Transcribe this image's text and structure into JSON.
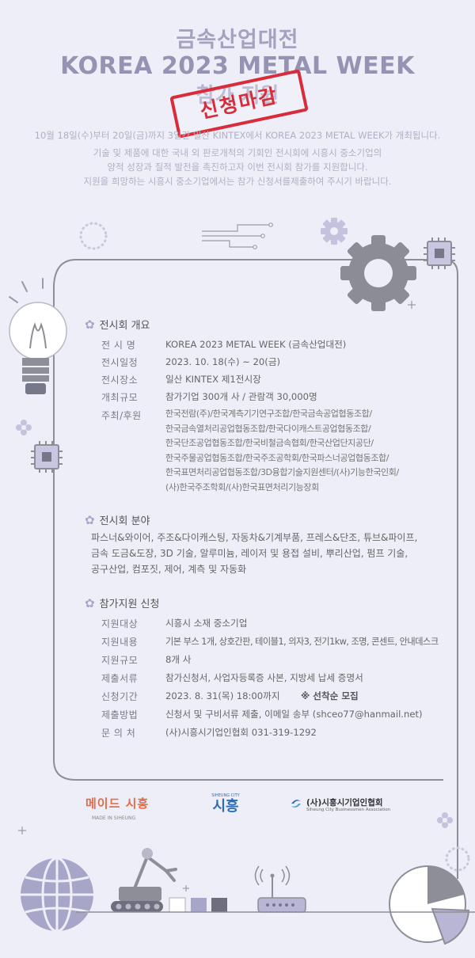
{
  "header": {
    "title_kr": "금속산업대전",
    "title_en": "KOREA 2023  METAL WEEK",
    "title_sub": "참가 지원",
    "stamp": "신청마감"
  },
  "intro": [
    "10월 18일(수)부터 20일(금)까지 3일간 일산 KINTEX에서 KOREA 2023 METAL WEEK가 개최됩니다.",
    "기술 및 제품에 대한 국내 외 판로개척의 기회인 전시회에 시흥시 중소기업의",
    "양적 성장과 질적 발전을 촉진하고자 이번 전시회 참가를 지원합니다.",
    "지원을 희망하는 시흥시 중소기업에서는 참가 신청서를제출하여 주시기 바랍니다."
  ],
  "overview": {
    "title": "전시회 개요",
    "rows": [
      {
        "label": "전 시 명",
        "value": "KOREA 2023 METAL WEEK (금속산업대전)"
      },
      {
        "label": "전시일정",
        "value": "2023. 10. 18(수) ~ 20(금)"
      },
      {
        "label": "전시장소",
        "value": "일산 KINTEX 제1전시장"
      },
      {
        "label": "개최규모",
        "value": "참가기업 300개 사 / 관람객 30,000명"
      }
    ],
    "host_label": "주최/후원",
    "host_lines": [
      "한국전람(주)/한국계측기기연구조합/한국금속공업협동조합/",
      "한국금속열처리공업협동조합/한국다이캐스트공업협동조합/",
      "한국단조공업협동조합/한국비철금속협회/한국산업단지공단/",
      "한국주물공업협동조합/한국주조공학회/한국파스너공업협동조합/",
      "한국표면처리공업협동조합/3D융합기술지원센터/(사)기능한국인회/",
      "(사)한국주조학회/(사)한국표면처리기능장회"
    ]
  },
  "fields": {
    "title": "전시회 분야",
    "lines": [
      "파스너&와이어, 주조&다이캐스팅, 자동차&기계부품, 프레스&단조, 튜브&파이프,",
      "금속 도금&도장, 3D 기술, 알루미늄, 레이저 및 용접 설비, 뿌리산업, 펌프 기술,",
      "공구산업, 컴포짓, 제어, 계측 및 자동화"
    ]
  },
  "support": {
    "title": "참가지원 신청",
    "rows": [
      {
        "label": "지원대상",
        "value": "시흥시 소재 중소기업"
      },
      {
        "label": "지원내용",
        "value": "기본 부스 1개, 상호간판, 테이블1, 의자3, 전기1kw, 조명, 콘센트, 안내데스크"
      },
      {
        "label": "지원규모",
        "value": "8개 사"
      },
      {
        "label": "제출서류",
        "value": "참가신청서, 사업자등록증 사본, 지방세 납세 증명서"
      },
      {
        "label": "신청기간",
        "value": "2023. 8. 31(목) 18:00까지"
      },
      {
        "label": "제출방법",
        "value": "신청서 및 구비서류 제출, 이메일 송부 (shceo77@hanmail.net)"
      },
      {
        "label": "문 의 처",
        "value": "(사)시흥시기업인협회  031-319-1292"
      }
    ],
    "note": "※ 선착순 모집"
  },
  "logos": {
    "made_in": "메이드 시흥",
    "made_in_sub": "MADE IN SIHEUNG",
    "city_small": "SIHEUNG CITY",
    "city": "시흥",
    "assoc": "(사)시흥시기업인협회",
    "assoc_sub": "Siheung City Businessmen Association"
  },
  "colors": {
    "background": "#edeef7",
    "accent": "#9593b3",
    "stamp": "#d92c3a",
    "line": "#8f8f9a"
  }
}
